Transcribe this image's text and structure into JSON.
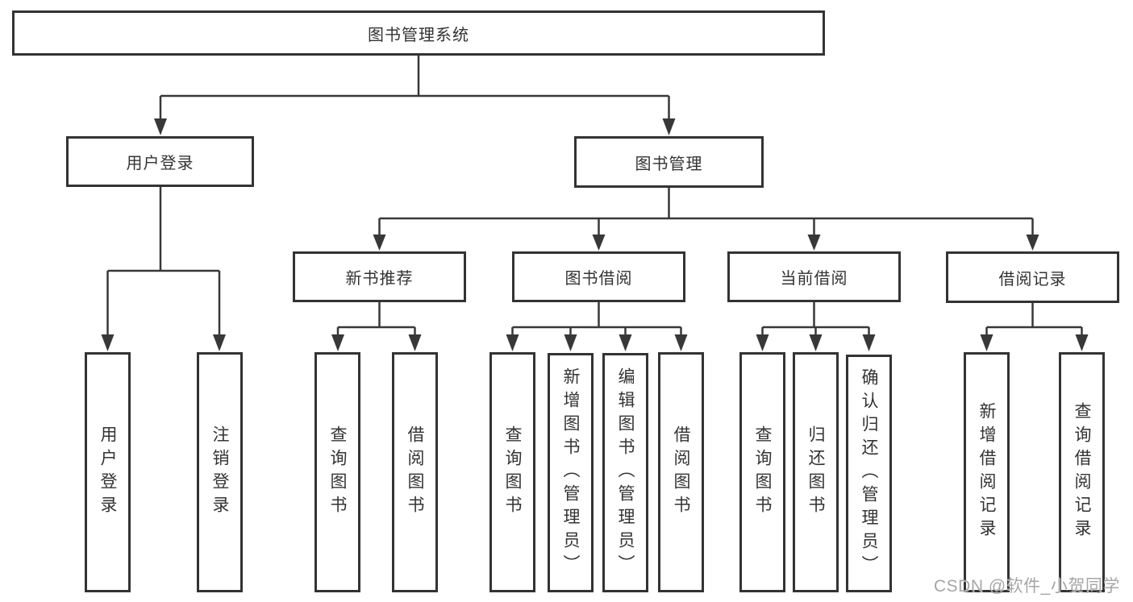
{
  "tree": {
    "root": {
      "label": "图书管理系统"
    },
    "branches": [
      {
        "label": "用户登录",
        "children": [
          {
            "label": "用户登录"
          },
          {
            "label": "注销登录"
          }
        ]
      },
      {
        "label": "图书管理",
        "children": [
          {
            "label": "新书推荐",
            "children": [
              {
                "label": "查询图书"
              },
              {
                "label": "借阅图书"
              }
            ]
          },
          {
            "label": "图书借阅",
            "children": [
              {
                "label": "查询图书"
              },
              {
                "label": "新增图书（管理员）"
              },
              {
                "label": "编辑图书（管理员）"
              },
              {
                "label": "借阅图书"
              }
            ]
          },
          {
            "label": "当前借阅",
            "children": [
              {
                "label": "查询图书"
              },
              {
                "label": "归还图书"
              },
              {
                "label": "确认归还（管理员）"
              }
            ]
          },
          {
            "label": "借阅记录",
            "children": [
              {
                "label": "新增借阅记录"
              },
              {
                "label": "查询借阅记录"
              }
            ]
          }
        ]
      }
    ]
  },
  "watermark": {
    "text": "CSDN @软件_小贺同学"
  },
  "colors": {
    "line": "#383838",
    "text": "#333333",
    "watermark": "#a6a6a6",
    "background": "#ffffff"
  }
}
